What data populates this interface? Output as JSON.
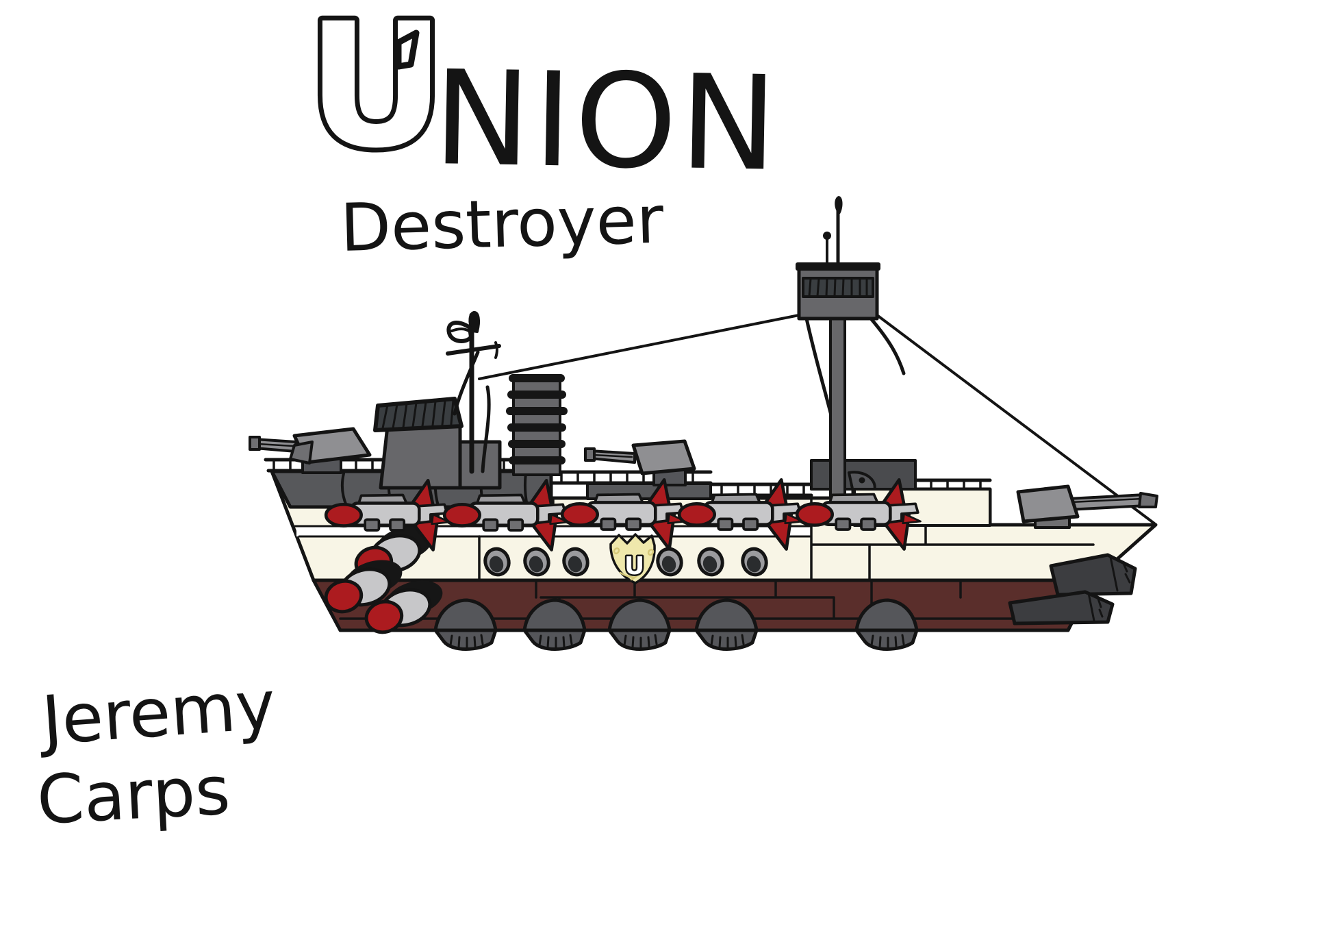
{
  "artwork": {
    "title": {
      "initial": "U",
      "rest": "NION"
    },
    "subtitle": "Destroyer",
    "signature": {
      "line1": "Jeremy",
      "line2": "Carps"
    },
    "emblem_letter": "U"
  },
  "palette": {
    "background": "#ffffff",
    "ink": "#141414",
    "hull_cream": "#F8F5E6",
    "hull_stripe": "#FFFFFF",
    "hull_brown": "#5A2E2B",
    "deck_gray": "#57585B",
    "structure_gray": "#67676A",
    "window_dark": "#3A3E41",
    "turret_gray": "#8F8F92",
    "turret_dark": "#6F6F72",
    "missile_gray": "#C7C7C9",
    "missile_mid": "#9B9B9E",
    "missile_red": "#AC1B1F",
    "pod_gray": "#55565A",
    "slab_gray": "#4A4B4E",
    "tube_dark": "#3C3D40",
    "shield_fill": "#EFE8AC",
    "shield_pattern": "#D5C878"
  }
}
